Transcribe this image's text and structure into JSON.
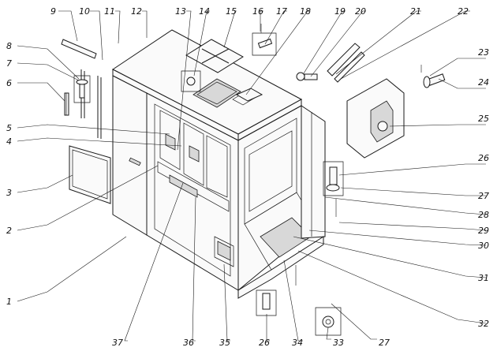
{
  "callouts": {
    "n1": "1",
    "n2": "2",
    "n3": "3",
    "n4": "4",
    "n5": "5",
    "n6": "6",
    "n7": "7",
    "n8": "8",
    "n9": "9",
    "n10": "10",
    "n11": "11",
    "n12": "12",
    "n13": "13",
    "n14": "14",
    "n15": "15",
    "n16": "16",
    "n17": "17",
    "n18": "18",
    "n19": "19",
    "n20": "20",
    "n21": "21",
    "n22": "22",
    "n23": "23",
    "n24": "24",
    "n25": "25",
    "n26a": "26",
    "n26b": "26",
    "n27a": "27",
    "n27b": "27",
    "n28": "28",
    "n29": "29",
    "n30": "30",
    "n31": "31",
    "n32": "32",
    "n33": "33",
    "n34": "34",
    "n35": "35",
    "n36": "36",
    "n37": "37"
  }
}
